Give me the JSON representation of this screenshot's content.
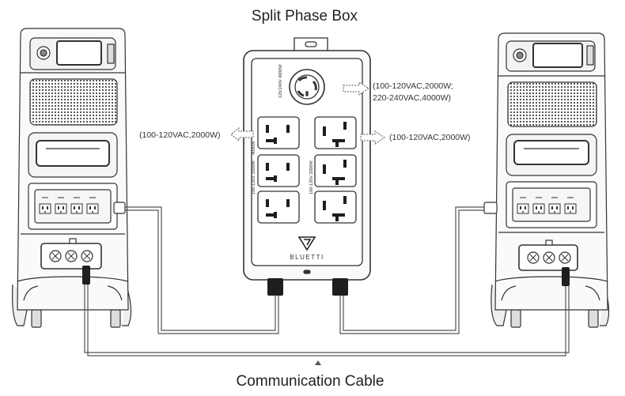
{
  "title": "Split Phase Box",
  "caption": "Communication Cable",
  "labels": {
    "left_outlets": "(100-120VAC,2000W)",
    "right_outlets": "(100-120VAC,2000W)",
    "twistlock_line1": "(100-120VAC,2000W;",
    "twistlock_line2": "220-240VAC,4000W)"
  },
  "box": {
    "brand": "BLUETTI",
    "twistlock_rating": "120/240V 4000W",
    "left_group_rating_a": "4000W",
    "left_group_rating_b": "100-120V 2000W",
    "right_group_rating": "100-120V 2000W"
  },
  "colors": {
    "stroke": "#333333",
    "cable": "#555555",
    "panel": "#f4f4f4",
    "dark": "#1e1e1e"
  }
}
